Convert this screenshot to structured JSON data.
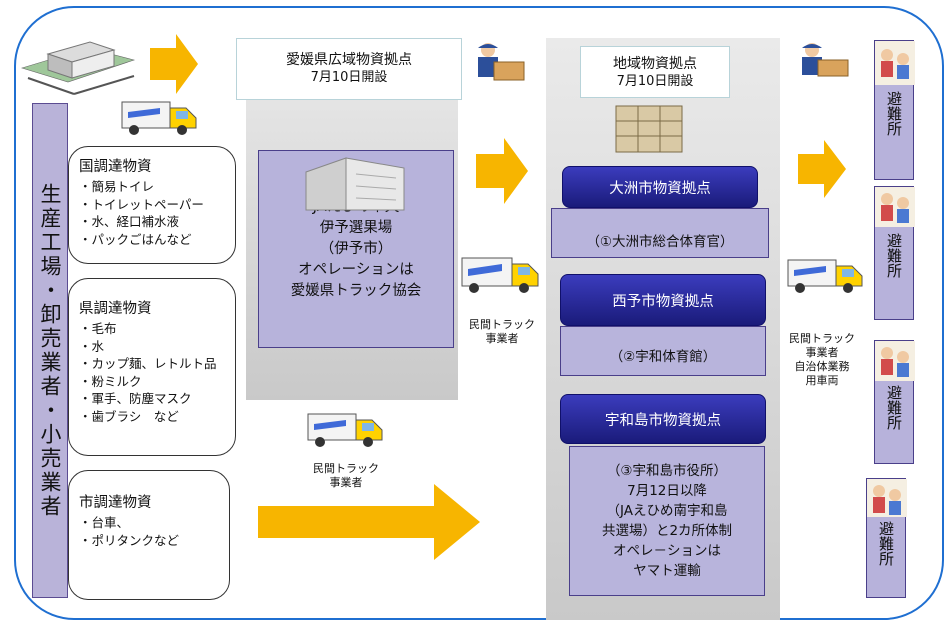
{
  "producer_label": "生産工場・卸売業者・小売業者",
  "national": {
    "heading": "国調達物資",
    "items": [
      "・簡易トイレ",
      "・トイレットペーパー",
      "・水、経口補水液",
      "・パックごはんなど"
    ]
  },
  "prefectural": {
    "heading": "県調達物資",
    "items": [
      "・毛布",
      "・水",
      "・カップ麺、レトルト品",
      "・粉ミルク",
      "・軍手、防塵マスク",
      "・歯ブラシ　など"
    ]
  },
  "city": {
    "heading": "市調達物資",
    "items": [
      "・台車、",
      "・ポリタンクなど"
    ]
  },
  "pref_hub": {
    "title": "愛媛県広域物資拠点",
    "date": "7月10日開設",
    "lines": [
      "JAえひめ中央",
      "伊予選果場",
      "（伊予市）",
      "オペレーションは",
      "愛媛県トラック協会"
    ]
  },
  "regional_hub": {
    "title": "地域物資拠点",
    "date": "7月10日開設"
  },
  "ozu": {
    "name": "大洲市物資拠点",
    "site": "（①大洲市総合体育官）"
  },
  "seiyo": {
    "name": "西予市物資拠点",
    "site": "（②宇和体育館）"
  },
  "uwajima": {
    "name": "宇和島市物資拠点",
    "lines": [
      "（③宇和島市役所）",
      "7月12日以降",
      "（JAえひめ南宇和島",
      "共選場）と2カ所体制",
      "オペレ－ションは",
      "ヤマト運輸"
    ]
  },
  "carrier_mid": [
    "民間トラック",
    "事業者"
  ],
  "carrier_bottom": [
    "民間トラック",
    "事業者"
  ],
  "carrier_right": [
    "民間トラック",
    "事業者",
    "自治体業務",
    "用車両"
  ],
  "shelter_label": "避難所",
  "colors": {
    "frame": "#1f6fd1",
    "arrow": "#f7b500",
    "navy": "#1f2090",
    "lavender": "#b8b4dc"
  }
}
